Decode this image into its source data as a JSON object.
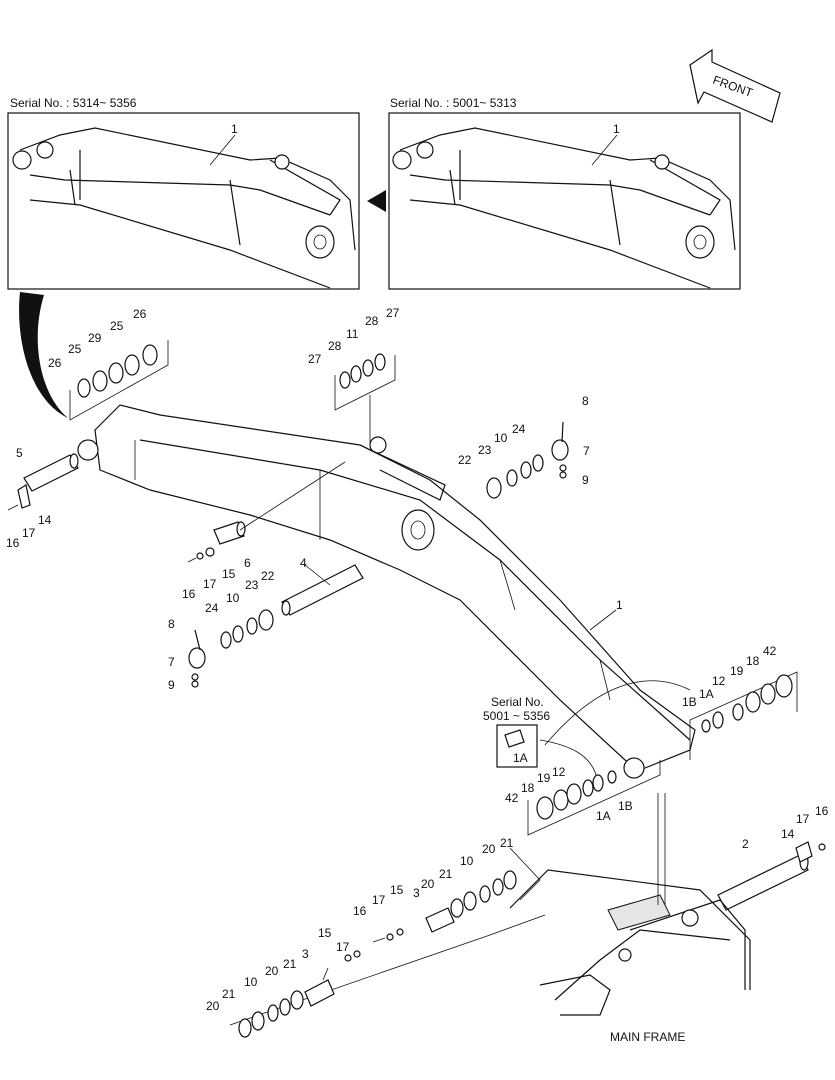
{
  "headers": {
    "left_serial": "Serial No. : 5314~ 5356",
    "right_serial": "Serial No. : 5001~ 5313",
    "front": "FRONT",
    "serial_box_title": "Serial No.",
    "serial_box_range": "5001 ~ 5356",
    "main_frame": "MAIN FRAME"
  },
  "callouts": {
    "inset_left_1": "1",
    "inset_right_1": "1",
    "c26a": "26",
    "c25a": "25",
    "c29": "29",
    "c25b": "25",
    "c26b": "26",
    "c27a": "27",
    "c28a": "28",
    "c11": "11",
    "c28b": "28",
    "c27b": "27",
    "c5": "5",
    "c14a": "14",
    "c17a": "17",
    "c16a": "16",
    "c6": "6",
    "c15a": "15",
    "c17b": "17",
    "c16b": "16",
    "c4": "4",
    "c8a": "8",
    "c7a": "7",
    "c9a": "9",
    "c24a": "24",
    "c10a": "10",
    "c23a": "23",
    "c22a": "22",
    "c22b": "22",
    "c23b": "23",
    "c10b": "10",
    "c24b": "24",
    "c8b": "8",
    "c7b": "7",
    "c9b": "9",
    "c1_main": "1",
    "c42a": "42",
    "c18a": "18",
    "c19a": "19",
    "c12a": "12",
    "c1Aa": "1A",
    "c1Ba": "1B",
    "c1A_box": "1A",
    "c42b": "42",
    "c18b": "18",
    "c19b": "19",
    "c12b": "12",
    "c1Ab": "1A",
    "c1Bb": "1B",
    "c2": "2",
    "c14b": "14",
    "c17c": "17",
    "c16c": "16",
    "c21a": "21",
    "c20a": "20",
    "c10c": "10",
    "c21b": "21",
    "c20b": "20",
    "c3a": "3",
    "c15b": "15",
    "c17d": "17",
    "c16d": "16",
    "c15c": "15",
    "c17e": "17",
    "c3b": "3",
    "c21c": "21",
    "c20c": "20",
    "c10d": "10",
    "c21d": "21",
    "c20d": "20"
  },
  "colors": {
    "ink": "#111111",
    "paper": "#ffffff"
  }
}
